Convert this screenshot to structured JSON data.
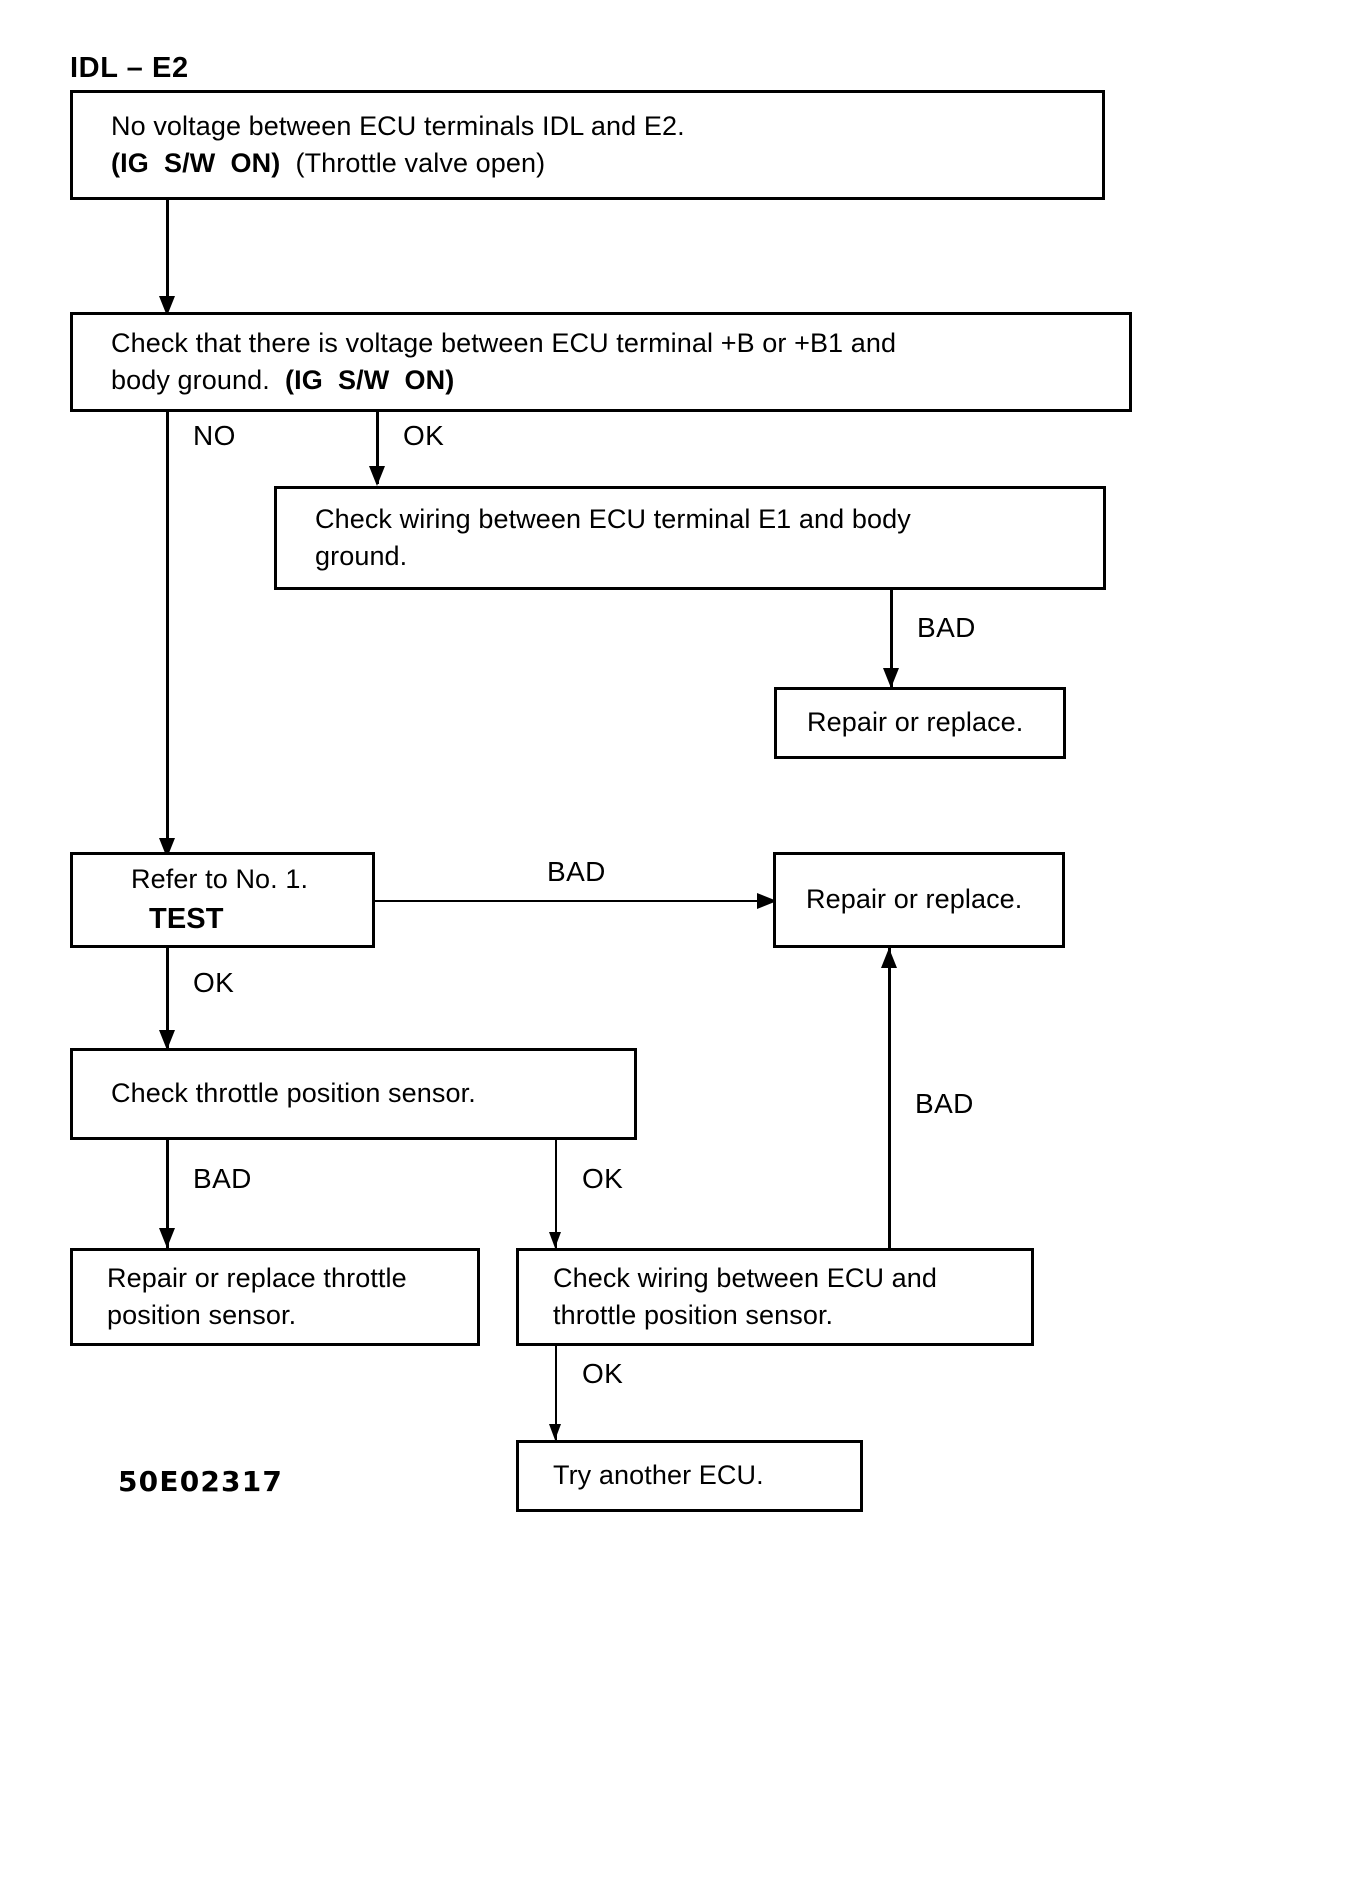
{
  "diagram": {
    "title": "IDL – E2",
    "caption": "50E02317",
    "type": "troubleshooting-flowchart",
    "ink_color": "#000000",
    "background_color": "#ffffff"
  },
  "nodes": {
    "symptom": {
      "id": "symptom",
      "line_1": "No voltage between ECU terminals IDL and E2.",
      "line_2_bold": "(IG  S/W  ON)",
      "line_2_rest": "  (Throttle valve open)"
    },
    "check_b_voltage": {
      "id": "check_b_voltage",
      "line_1": "Check that there is voltage between ECU terminal +B or +B1 and",
      "line_2_rest": "body ground.  ",
      "line_2_bold": "(IG  S/W  ON)"
    },
    "check_e1_wiring": {
      "id": "check_e1_wiring",
      "line_1": "Check wiring between ECU terminal E1 and body",
      "line_2": "ground."
    },
    "repair_replace_1": {
      "id": "repair_replace_1",
      "line_1": "Repair or replace."
    },
    "refer_test": {
      "id": "refer_test",
      "line_1": "Refer to No. 1.",
      "line_2": "TEST"
    },
    "repair_replace_2": {
      "id": "repair_replace_2",
      "line_1": "Repair or replace."
    },
    "check_tps": {
      "id": "check_tps",
      "line_1": "Check throttle position sensor."
    },
    "repair_tps": {
      "id": "repair_tps",
      "line_1": "Repair or replace throttle",
      "line_2": "position sensor."
    },
    "check_tps_wiring": {
      "id": "check_tps_wiring",
      "line_1": "Check wiring between ECU and",
      "line_2": "throttle position sensor."
    },
    "try_ecu": {
      "id": "try_ecu",
      "line_1": "Try another ECU."
    }
  },
  "edges": {
    "symptom_to_checkb": {
      "label": ""
    },
    "checkb_no": {
      "label": "NO"
    },
    "checkb_ok": {
      "label": "OK"
    },
    "e1_bad": {
      "label": "BAD"
    },
    "test_bad": {
      "label": "BAD"
    },
    "test_ok": {
      "label": "OK"
    },
    "tps_bad": {
      "label": "BAD"
    },
    "tps_ok": {
      "label": "OK"
    },
    "wiring_bad": {
      "label": "BAD"
    },
    "wiring_ok": {
      "label": "OK"
    }
  }
}
